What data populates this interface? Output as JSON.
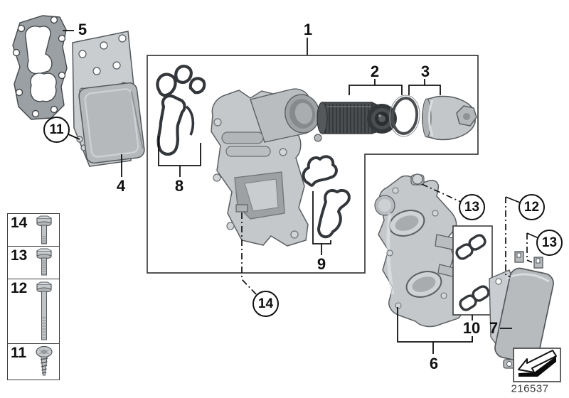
{
  "colors": {
    "background": "#ffffff",
    "line": "#2e2e2e",
    "part_fill": "#c4c8cb",
    "part_stroke": "#54585b",
    "gasket_dark": "#33363a",
    "filter_dark": "#4b4e51"
  },
  "callouts": [
    {
      "id": "1",
      "label": "1",
      "style": "plain"
    },
    {
      "id": "2",
      "label": "2",
      "style": "plain"
    },
    {
      "id": "3",
      "label": "3",
      "style": "plain"
    },
    {
      "id": "4",
      "label": "4",
      "style": "plain"
    },
    {
      "id": "5",
      "label": "5",
      "style": "plain"
    },
    {
      "id": "6",
      "label": "6",
      "style": "plain"
    },
    {
      "id": "7",
      "label": "7",
      "style": "plain"
    },
    {
      "id": "8",
      "label": "8",
      "style": "plain"
    },
    {
      "id": "9",
      "label": "9",
      "style": "plain"
    },
    {
      "id": "10",
      "label": "10",
      "style": "plain"
    },
    {
      "id": "11-circled",
      "label": "11",
      "style": "circled"
    },
    {
      "id": "12-circled",
      "label": "12",
      "style": "circled"
    },
    {
      "id": "13-circled-housing",
      "label": "13",
      "style": "circled"
    },
    {
      "id": "13-circled-cooler",
      "label": "13",
      "style": "circled"
    },
    {
      "id": "14-circled",
      "label": "14",
      "style": "circled"
    }
  ],
  "fastener_table": {
    "rows": [
      {
        "label": "14"
      },
      {
        "label": "13"
      },
      {
        "label": "12"
      },
      {
        "label": "11"
      }
    ]
  },
  "footer": {
    "part_number": "216537",
    "arrow_icon": "direction-arrow"
  }
}
